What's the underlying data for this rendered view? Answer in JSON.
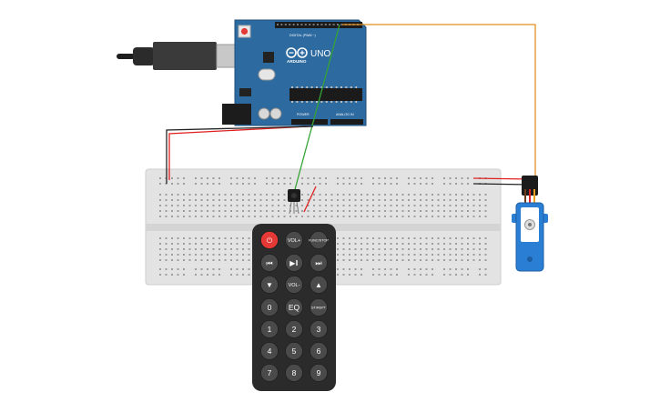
{
  "arduino": {
    "brand": "ARDUINO",
    "model": "UNO",
    "digital_label": "DIGITAL (PWM ~)",
    "power_label": "POWER",
    "analog_label": "ANALOG IN",
    "board_color": "#2c6aa0"
  },
  "remote": {
    "buttons": [
      {
        "id": "power",
        "label": "⏻",
        "icon": "power-icon"
      },
      {
        "id": "vol-up",
        "label": "VOL+"
      },
      {
        "id": "func-stop",
        "label": "FUNC/STOP"
      },
      {
        "id": "prev",
        "label": "⏮",
        "icon": "skip-back-icon"
      },
      {
        "id": "play-pause",
        "label": "▶‖",
        "icon": "play-pause-icon"
      },
      {
        "id": "next",
        "label": "⏭",
        "icon": "skip-forward-icon"
      },
      {
        "id": "down",
        "label": "▼",
        "icon": "arrow-down-icon"
      },
      {
        "id": "vol-down",
        "label": "VOL-"
      },
      {
        "id": "up",
        "label": "▲",
        "icon": "arrow-up-icon"
      },
      {
        "id": "0",
        "label": "0"
      },
      {
        "id": "eq",
        "label": "EQ"
      },
      {
        "id": "st-rept",
        "label": "ST/REPT"
      },
      {
        "id": "1",
        "label": "1"
      },
      {
        "id": "2",
        "label": "2"
      },
      {
        "id": "3",
        "label": "3"
      },
      {
        "id": "4",
        "label": "4"
      },
      {
        "id": "5",
        "label": "5"
      },
      {
        "id": "6",
        "label": "6"
      },
      {
        "id": "7",
        "label": "7"
      },
      {
        "id": "8",
        "label": "8"
      },
      {
        "id": "9",
        "label": "9"
      }
    ]
  },
  "colors": {
    "wire_signal_ir": "#35a335",
    "wire_signal_servo": "#e09020",
    "wire_power": "#e02020",
    "wire_ground": "#222222",
    "servo_body": "#2a7fd4",
    "remote_body": "#2b2b2b",
    "power_button": "#e53935"
  }
}
